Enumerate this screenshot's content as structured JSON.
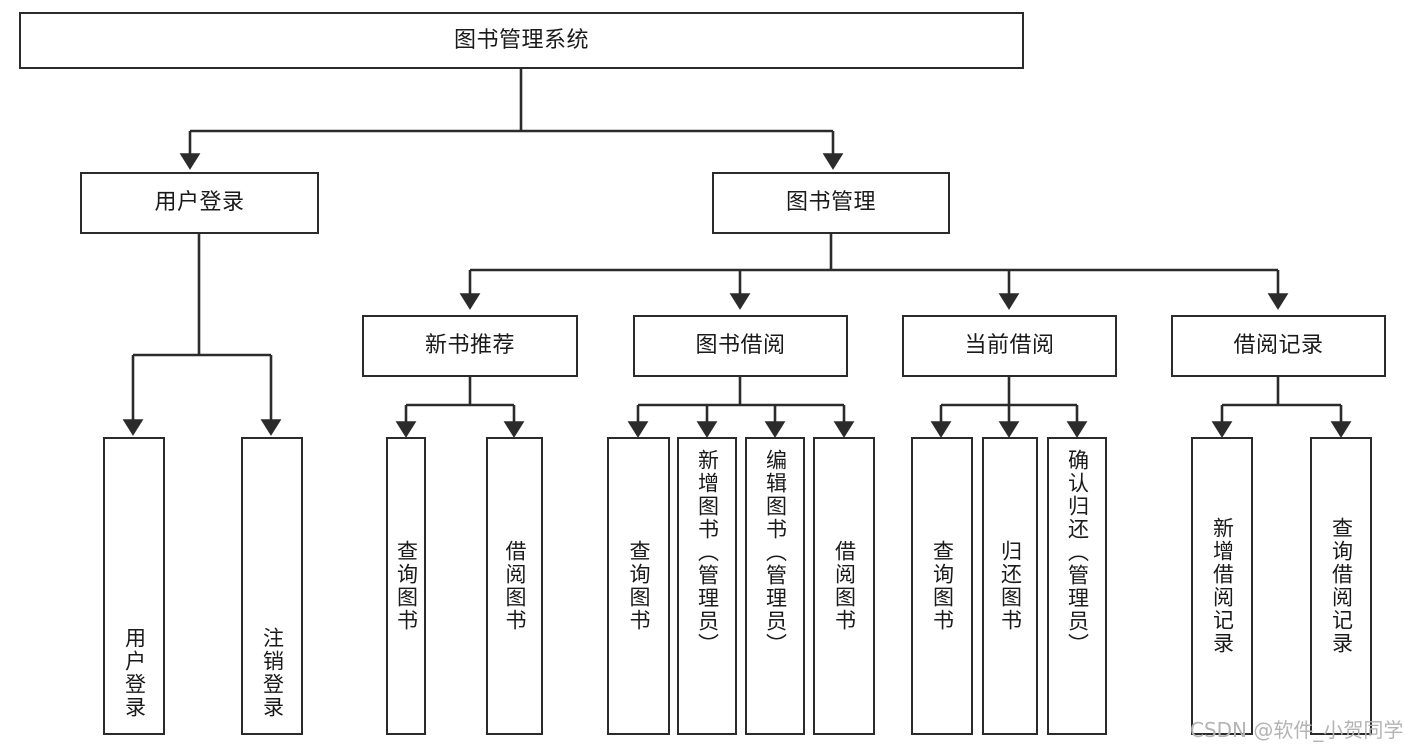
{
  "diagram": {
    "type": "tree",
    "title": "图书管理系统",
    "orientation": "top-down",
    "edge_color": "#2b2b2b",
    "box_border_color": "#2b2b2b",
    "box_fill_color": "#ffffff",
    "text_color": "#1a1a1a"
  },
  "nodes": {
    "root": {
      "label": "图书管理系统",
      "level": 1
    },
    "l2": [
      {
        "label": "用户登录",
        "level": 2
      },
      {
        "label": "图书管理",
        "level": 2
      }
    ],
    "l3": [
      {
        "label": "新书推荐",
        "level": 3
      },
      {
        "label": "图书借阅",
        "level": 3
      },
      {
        "label": "当前借阅",
        "level": 3
      },
      {
        "label": "借阅记录",
        "level": 3
      }
    ],
    "leaves": {
      "user_login": [
        {
          "label": "用户登录"
        },
        {
          "label": "注销登录"
        }
      ],
      "new_book_recommend": [
        {
          "label": "查询图书"
        },
        {
          "label": "借阅图书"
        }
      ],
      "book_borrow": [
        {
          "label": "查询图书"
        },
        {
          "label": "新增图书（管理员）"
        },
        {
          "label": "编辑图书（管理员）"
        },
        {
          "label": "借阅图书"
        }
      ],
      "current_borrow": [
        {
          "label": "查询图书"
        },
        {
          "label": "归还图书"
        },
        {
          "label": "确认归还（管理员）"
        }
      ],
      "borrow_record": [
        {
          "label": "新增借阅记录"
        },
        {
          "label": "查询借阅记录"
        }
      ]
    }
  },
  "watermark": {
    "text": "CSDN @软件_小贺同学"
  }
}
